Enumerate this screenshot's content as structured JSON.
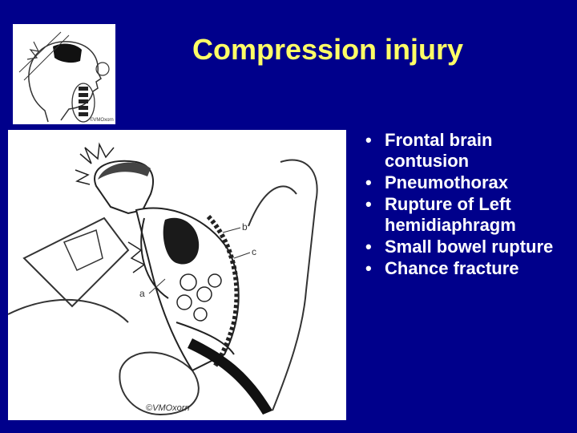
{
  "slide": {
    "title": "Compression injury",
    "bullet_glyph": "•",
    "bullets": [
      "Frontal brain contusion",
      "Pneumothorax",
      "Rupture of Left hemidiaphragm",
      "Small bowel rupture",
      "Chance fracture"
    ],
    "figure_labels": {
      "a": "a",
      "b": "b",
      "c": "c"
    },
    "figure_credit": "©VMOxorn",
    "thumb_credit": "©VMOxorn"
  },
  "colors": {
    "background": "#00008b",
    "title": "#ffff66",
    "bullet_text": "#ffffff",
    "figure_bg": "#ffffff"
  }
}
